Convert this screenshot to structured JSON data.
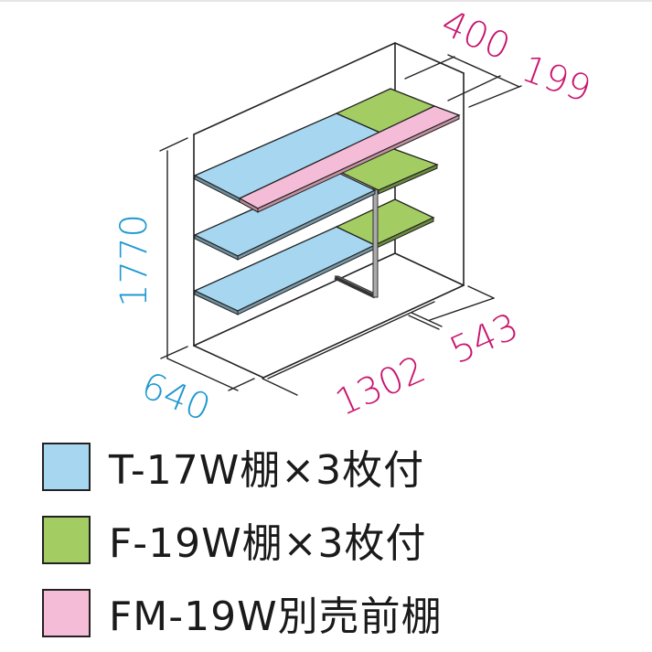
{
  "dimensions": {
    "height": "1770",
    "depth_total": "640",
    "width": "1302",
    "side_depth": "543",
    "top_depth_a": "400",
    "top_depth_b": "199"
  },
  "colors": {
    "blue_shelf": "#a6d6f0",
    "green_shelf": "#a3cc63",
    "pink_shelf": "#f4bcd6",
    "dim_blue": "#1f98d0",
    "dim_magenta": "#c8156e",
    "line": "#222222"
  },
  "legend": [
    {
      "label": "T-17W棚×3枚付",
      "color": "#a6d6f0"
    },
    {
      "label": "F-19W棚×3枚付",
      "color": "#a3cc63"
    },
    {
      "label": "FM-19W別売前棚",
      "color": "#f4bcd6"
    }
  ]
}
